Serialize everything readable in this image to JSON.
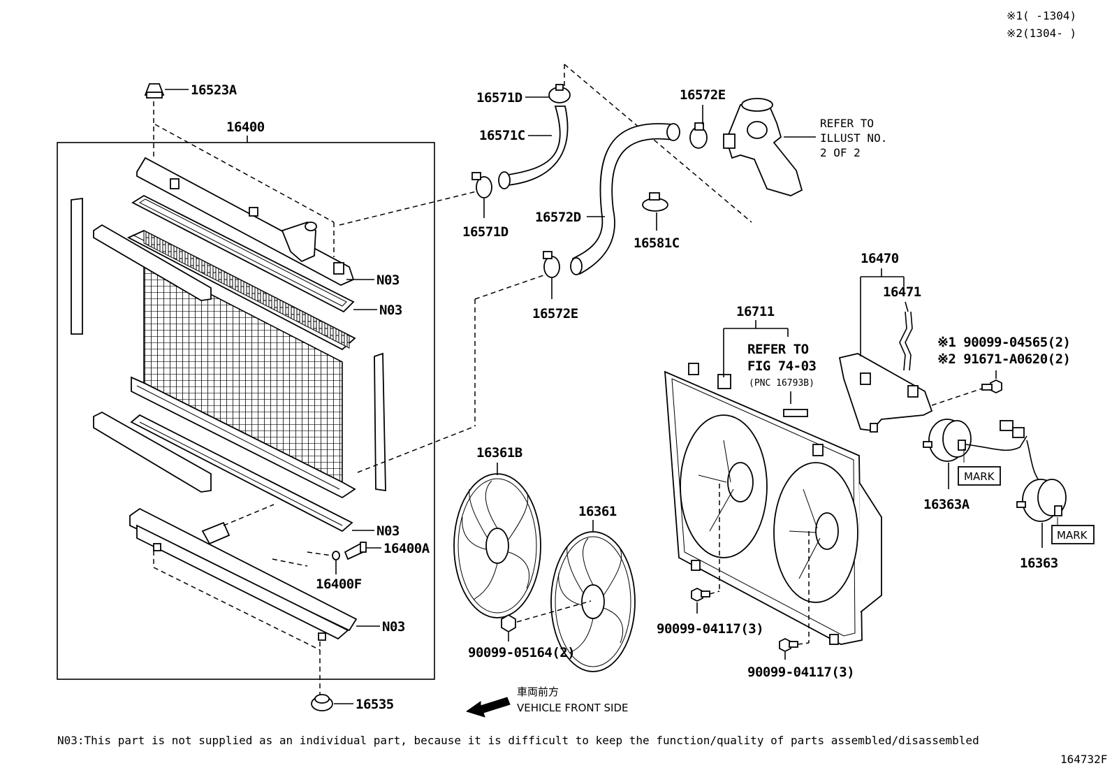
{
  "notes": {
    "variant1": "※1(      -1304)",
    "variant2": "※2(1304-      )",
    "footer": "N03:This part is not supplied as an individual part, because it is difficult to keep the function/quality of parts assembled/disassembled",
    "figure_id": "164732F",
    "refer_illust_1": "REFER TO",
    "refer_illust_2": "ILLUST NO.",
    "refer_illust_3": "2 OF 2",
    "refer_fig_1": "REFER TO",
    "refer_fig_2": "FIG 74-03",
    "refer_fig_3": "(PNC 16793B)",
    "front_jp": "車両前方",
    "front_en": "VEHICLE FRONT SIDE"
  },
  "parts": {
    "p16523A": "16523A",
    "p16400": "16400",
    "p16571D_top": "16571D",
    "p16571C": "16571C",
    "p16571D_bottom": "16571D",
    "p16572E_top": "16572E",
    "p16572D": "16572D",
    "p16581C": "16581C",
    "p16572E_bottom": "16572E",
    "n03_a": "N03",
    "n03_b": "N03",
    "n03_c": "N03",
    "n03_d": "N03",
    "p16400A": "16400A",
    "p16400F": "16400F",
    "p16535": "16535",
    "p16361B": "16361B",
    "p16361": "16361",
    "p90099_05164": "90099-05164(2)",
    "p16711": "16711",
    "p90099_04117_a": "90099-04117(3)",
    "p90099_04117_b": "90099-04117(3)",
    "p16470": "16470",
    "p16471": "16471",
    "p90099_04565": "※1 90099-04565(2)",
    "p91671_A0620": "※2 91671-A0620(2)",
    "p16363A": "16363A",
    "p16363": "16363",
    "mark_a": "MARK",
    "mark_b": "MARK"
  }
}
